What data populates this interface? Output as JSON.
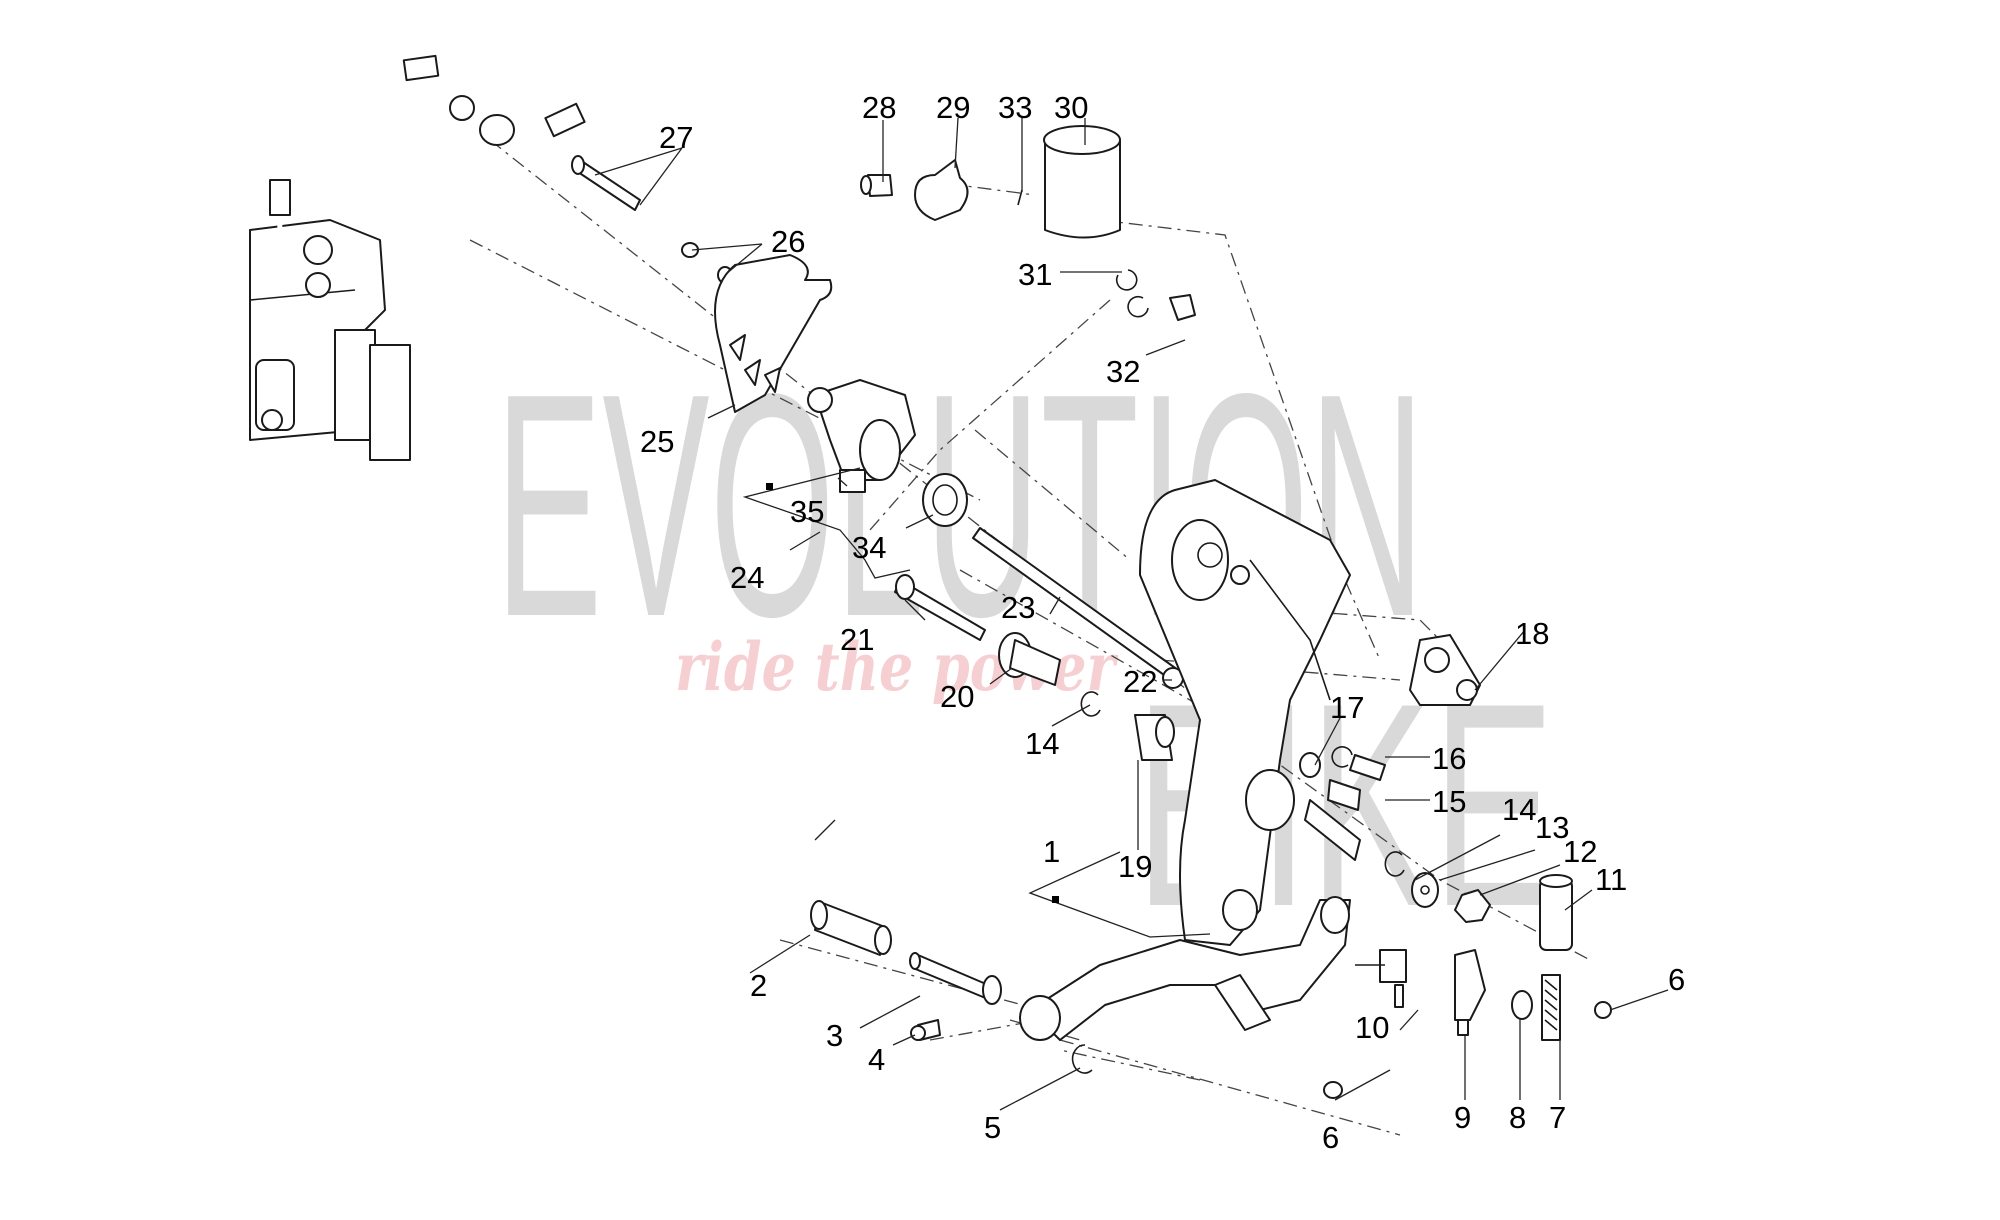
{
  "diagram": {
    "type": "exploded-parts-diagram",
    "subject": "Rear brake pedal / master cylinder assembly",
    "watermark": {
      "brand_top": "EVOLUTION",
      "brand_bottom": "BIKE",
      "tagline": "ride the power"
    },
    "callouts": [
      {
        "id": "1",
        "label": "1",
        "group_marker": true
      },
      {
        "id": "2",
        "label": "2"
      },
      {
        "id": "3",
        "label": "3"
      },
      {
        "id": "4",
        "label": "4"
      },
      {
        "id": "5",
        "label": "5"
      },
      {
        "id": "6a",
        "label": "6"
      },
      {
        "id": "6b",
        "label": "6"
      },
      {
        "id": "7",
        "label": "7"
      },
      {
        "id": "8",
        "label": "8"
      },
      {
        "id": "9",
        "label": "9"
      },
      {
        "id": "10",
        "label": "10"
      },
      {
        "id": "11",
        "label": "11"
      },
      {
        "id": "12",
        "label": "12"
      },
      {
        "id": "13",
        "label": "13"
      },
      {
        "id": "14a",
        "label": "14"
      },
      {
        "id": "14b",
        "label": "14"
      },
      {
        "id": "15",
        "label": "15"
      },
      {
        "id": "16",
        "label": "16"
      },
      {
        "id": "17",
        "label": "17"
      },
      {
        "id": "18",
        "label": "18"
      },
      {
        "id": "19",
        "label": "19"
      },
      {
        "id": "20",
        "label": "20"
      },
      {
        "id": "21",
        "label": "21"
      },
      {
        "id": "22",
        "label": "22"
      },
      {
        "id": "23",
        "label": "23"
      },
      {
        "id": "24",
        "label": "24",
        "group_marker": true
      },
      {
        "id": "25",
        "label": "25"
      },
      {
        "id": "26",
        "label": "26"
      },
      {
        "id": "27",
        "label": "27"
      },
      {
        "id": "28",
        "label": "28"
      },
      {
        "id": "29",
        "label": "29"
      },
      {
        "id": "30",
        "label": "30"
      },
      {
        "id": "31",
        "label": "31"
      },
      {
        "id": "32",
        "label": "32"
      },
      {
        "id": "33",
        "label": "33"
      },
      {
        "id": "34",
        "label": "34"
      },
      {
        "id": "35",
        "label": "35"
      }
    ]
  }
}
